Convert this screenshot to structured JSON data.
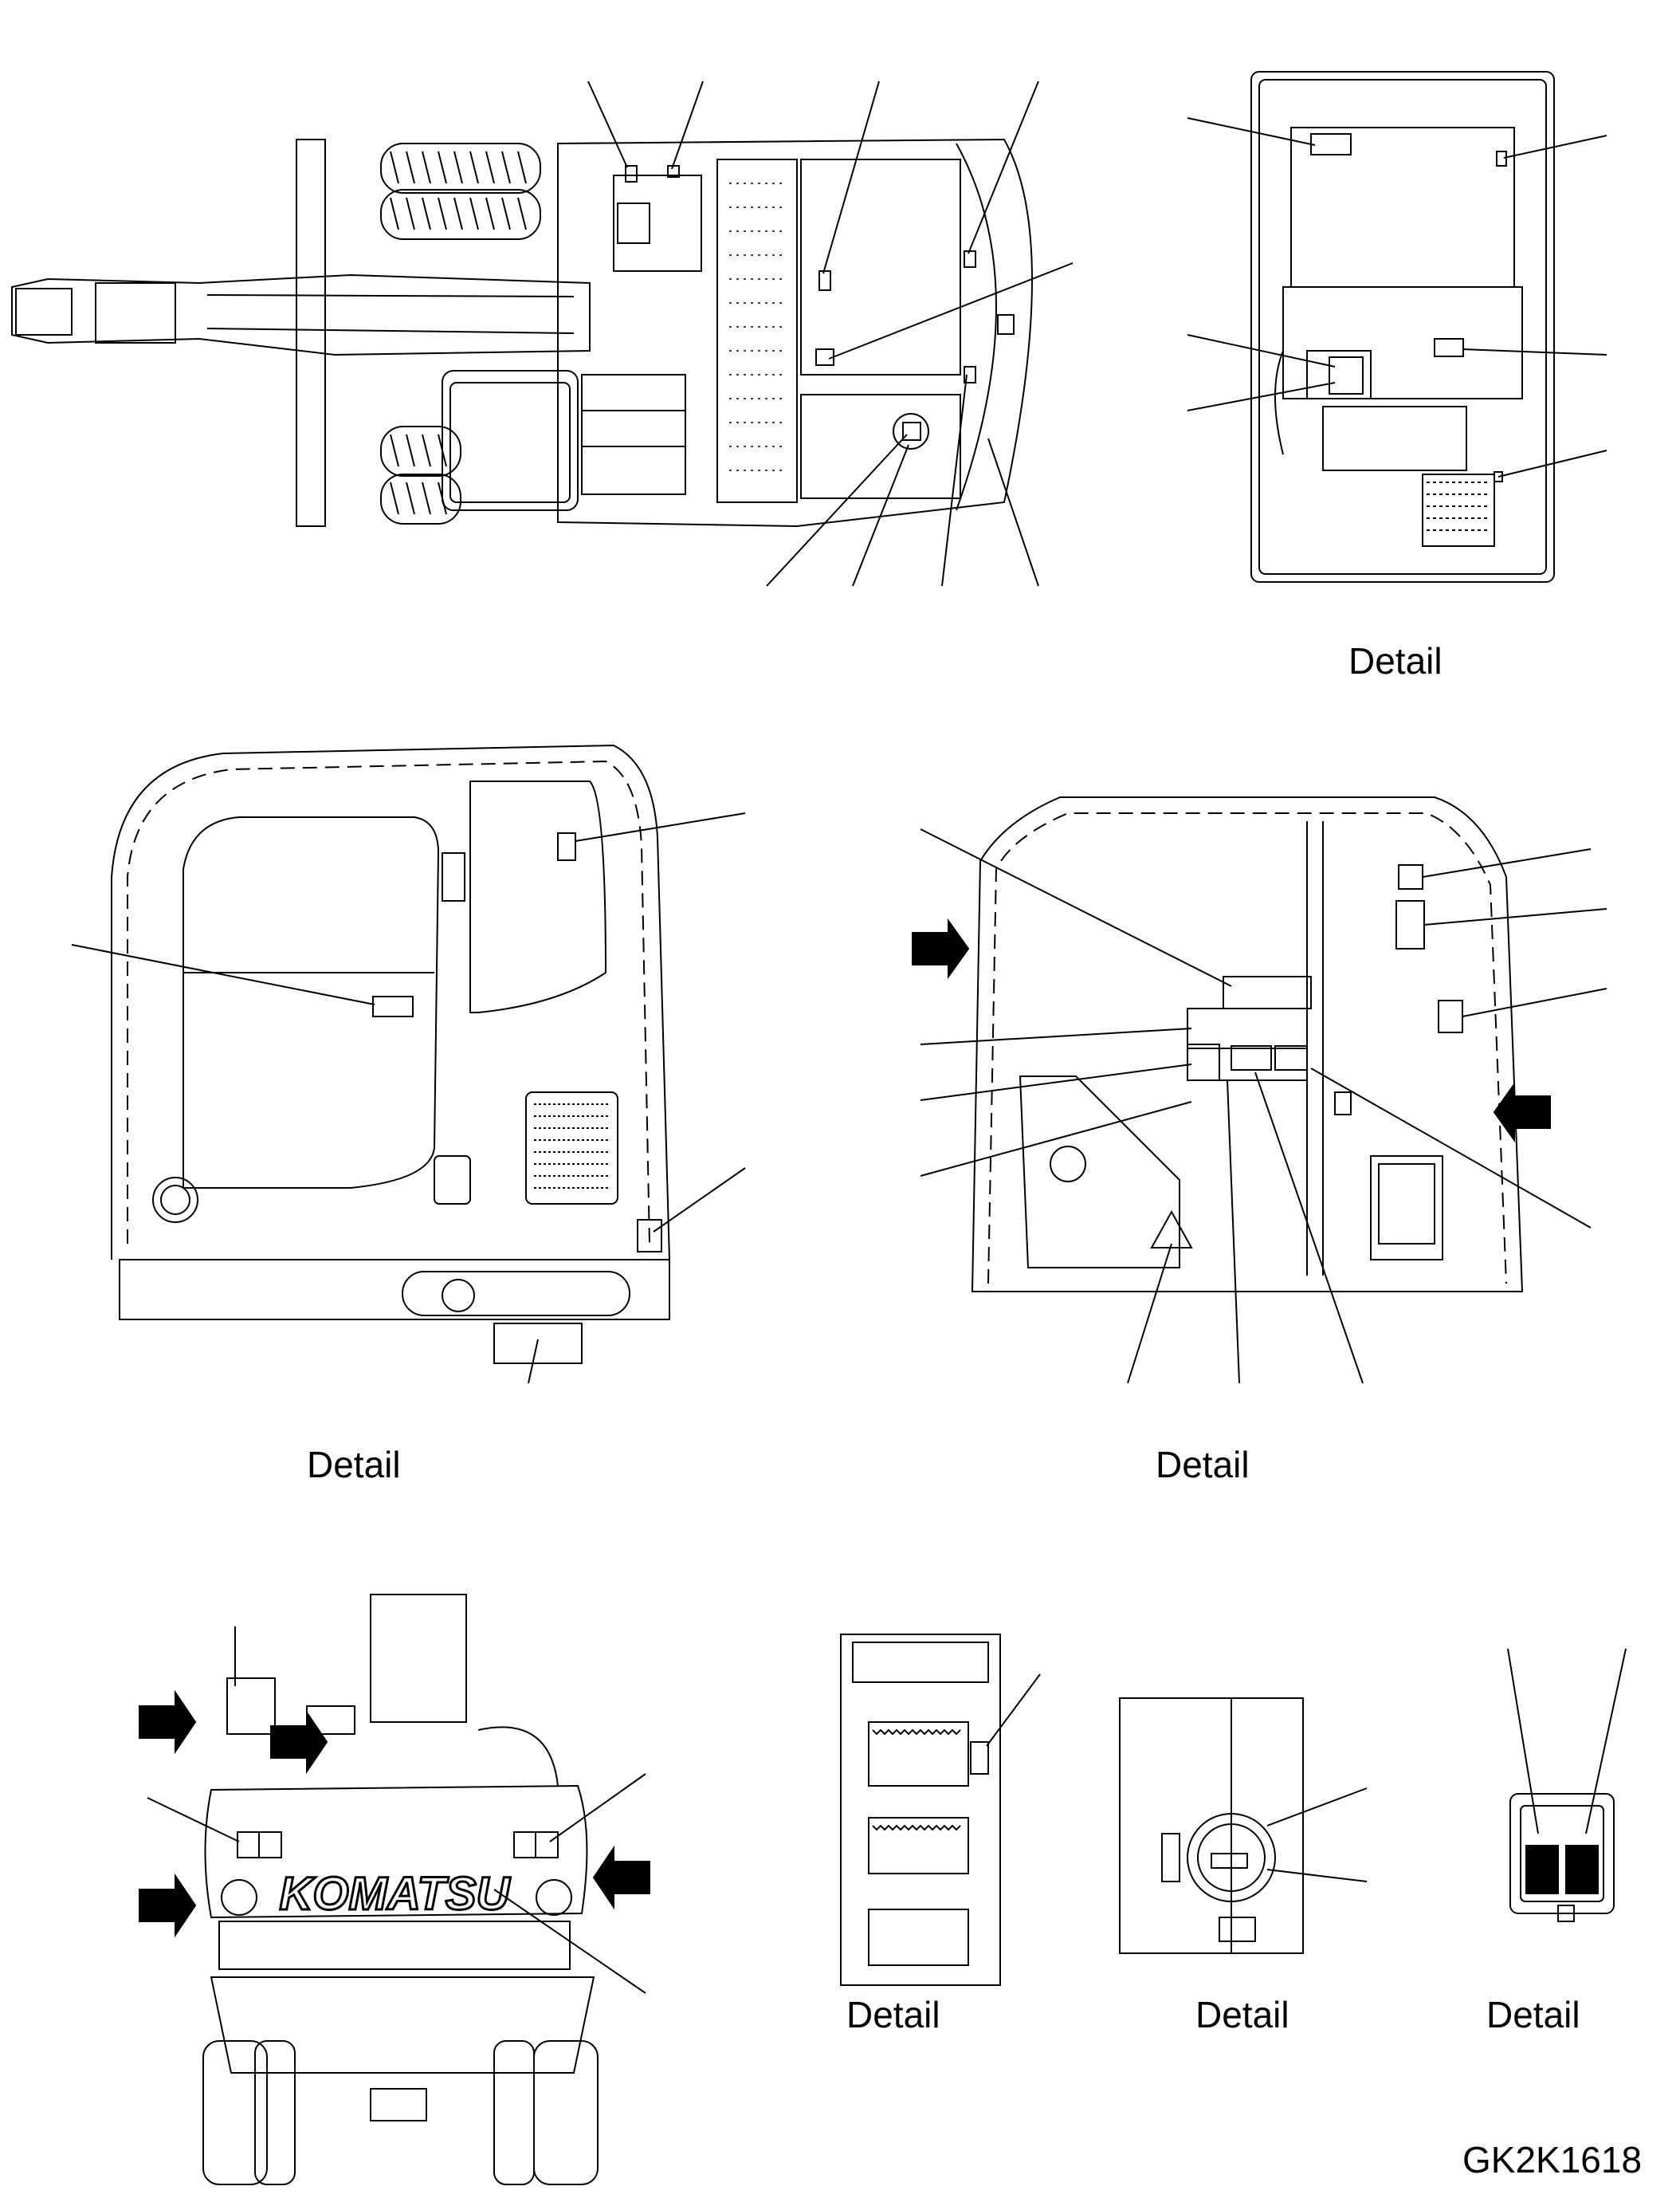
{
  "captions": {
    "detail_cab_top": "Detail",
    "detail_cab_side": "Detail",
    "detail_cab_interior": "Detail",
    "detail_door": "Detail",
    "detail_air_cleaner": "Detail",
    "detail_fuse_box": "Detail"
  },
  "drawing_code": "GK2K1618",
  "rear_view": {
    "brand_logo": "KOMATSU"
  }
}
